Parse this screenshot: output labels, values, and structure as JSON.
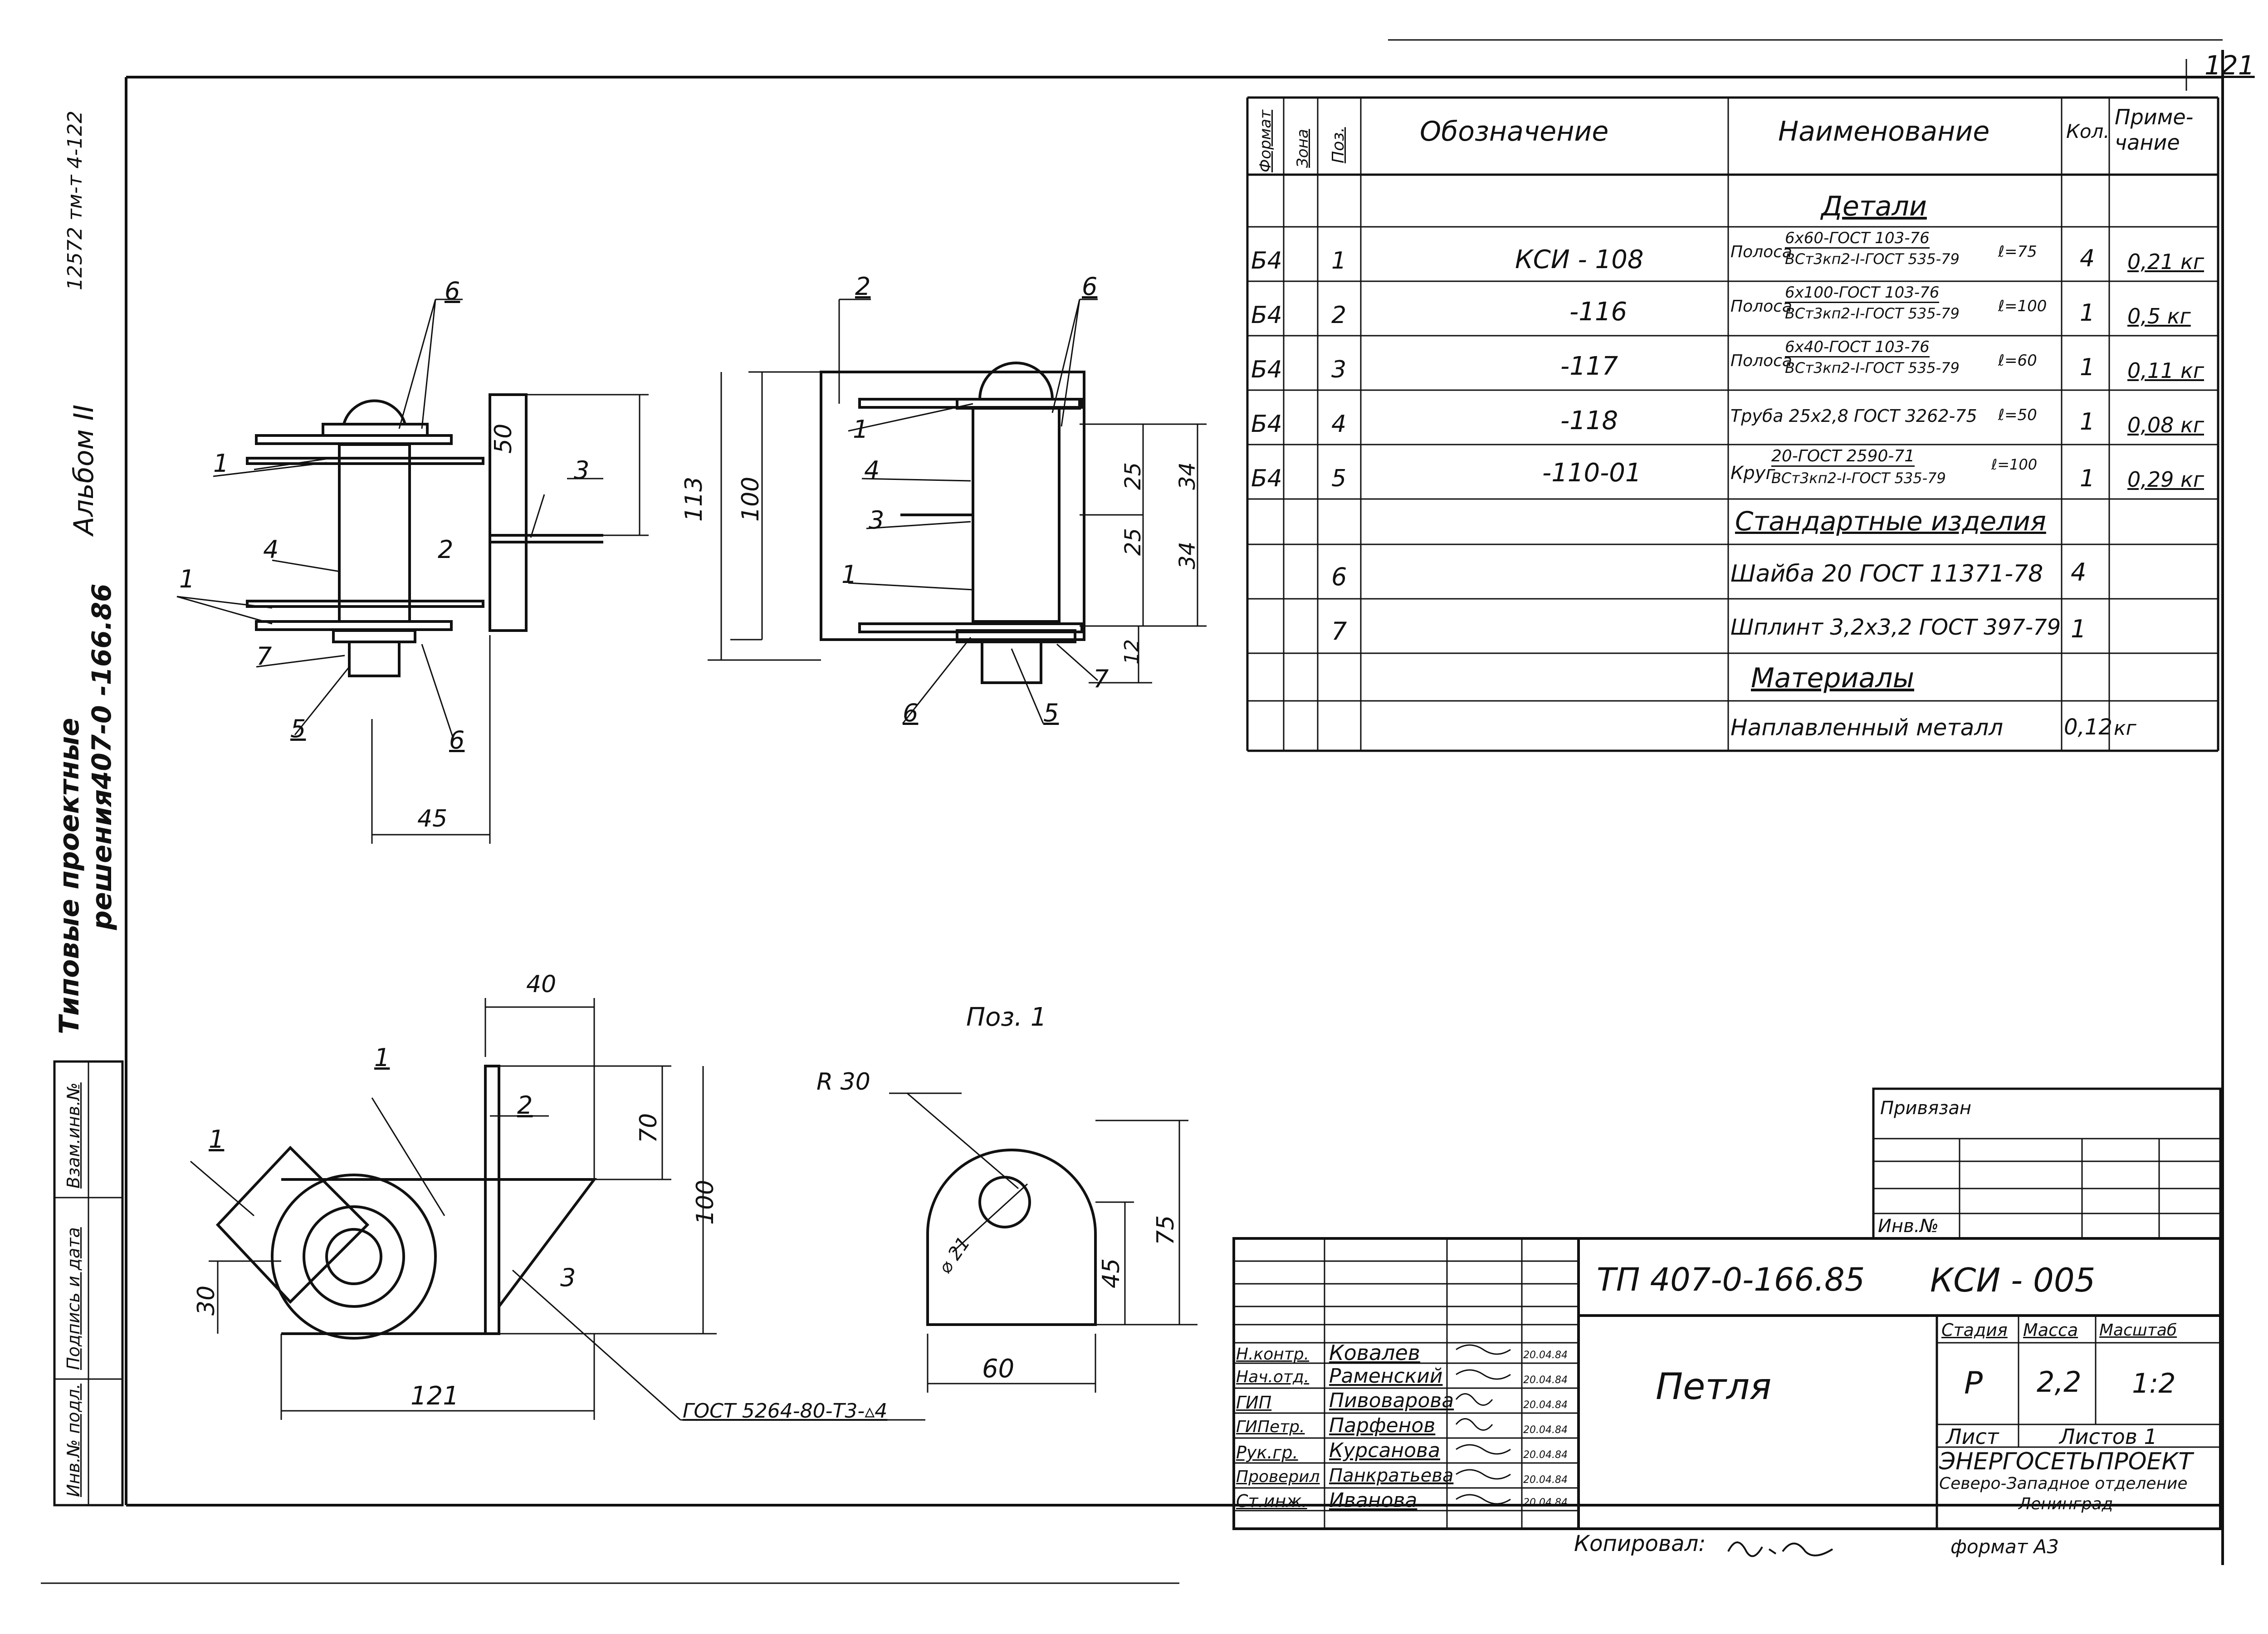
{
  "sheet_number": "121",
  "margin": {
    "series": "12572 тм-т 4-122",
    "album": "Альбом II",
    "project_line1": "Типовые проектные",
    "project_line2": "решения",
    "project_code": "407-0 -166.86",
    "stamp_cols": [
      "Инв.№ подл.",
      "Подпись и дата",
      "Взам.инв.№"
    ]
  },
  "spec": {
    "headers": {
      "format": "Формат",
      "zone": "Зона",
      "pos": "Поз.",
      "designation": "Обозначение",
      "name": "Наименование",
      "qty": "Кол.",
      "note": "Приме-чание"
    },
    "section_details": "Детали",
    "section_standard": "Стандартные изделия",
    "section_materials": "Материалы",
    "rows": [
      {
        "format": "Б4",
        "pos": "1",
        "designation": "КСИ - 108",
        "name_a": "Полоса",
        "name_top": "6х60-ГОСТ 103-76",
        "name_bottom": "ВСт3кп2-I-ГОСТ 535-79",
        "name_tail": "ℓ=75",
        "qty": "4",
        "note": "0,21 кг"
      },
      {
        "format": "Б4",
        "pos": "2",
        "designation": "-116",
        "name_a": "Полоса",
        "name_top": "6х100-ГОСТ 103-76",
        "name_bottom": "ВСт3кп2-I-ГОСТ 535-79",
        "name_tail": "ℓ=100",
        "qty": "1",
        "note": "0,5 кг"
      },
      {
        "format": "Б4",
        "pos": "3",
        "designation": "-117",
        "name_a": "Полоса",
        "name_top": "6х40-ГОСТ 103-76",
        "name_bottom": "ВСт3кп2-I-ГОСТ 535-79",
        "name_tail": "ℓ=60",
        "qty": "1",
        "note": "0,11 кг"
      },
      {
        "format": "Б4",
        "pos": "4",
        "designation": "-118",
        "name_a": "Труба 25х2,8 ГОСТ 3262-75",
        "name_top": "",
        "name_bottom": "",
        "name_tail": "ℓ=50",
        "qty": "1",
        "note": "0,08 кг"
      },
      {
        "format": "Б4",
        "pos": "5",
        "designation": "-110-01",
        "name_a": "Круг",
        "name_top": "20-ГОСТ 2590-71",
        "name_bottom": "ВСт3кп2-I-ГОСТ 535-79",
        "name_tail": "ℓ=100",
        "qty": "1",
        "note": "0,29 кг"
      }
    ],
    "standard_rows": [
      {
        "pos": "6",
        "name": "Шайба 20 ГОСТ 11371-78",
        "qty": "4"
      },
      {
        "pos": "7",
        "name": "Шплинт 3,2х3,2 ГОСТ 397-79",
        "qty": "1"
      }
    ],
    "material_row": {
      "name": "Наплавленный металл",
      "qty": "0,12",
      "note": "кг"
    }
  },
  "drawing": {
    "pos_caption": "Поз. 1",
    "weld_note": "ГОСТ 5264-80-Т3-▵4",
    "callouts": [
      "1",
      "2",
      "3",
      "4",
      "5",
      "6",
      "7"
    ],
    "dims_view1": {
      "d50": "50",
      "d45": "45"
    },
    "dims_view2": {
      "d113": "113",
      "d100": "100",
      "d25a": "25",
      "d25b": "25",
      "d34a": "34",
      "d34b": "34",
      "d12": "12"
    },
    "dims_view3": {
      "d40": "40",
      "d70": "70",
      "d100": "100",
      "d30": "30",
      "d121": "121"
    },
    "dims_view4": {
      "r30": "R 30",
      "dia21": "⌀ 21",
      "d45": "45",
      "d75": "75",
      "d60": "60"
    }
  },
  "binding": {
    "title": "Привязан",
    "inv": "Инв.№"
  },
  "title_block": {
    "doc_code": "ТП 407-0-166.85",
    "doc_id": "КСИ - 005",
    "title": "Петля",
    "stage_label": "Стадия",
    "mass_label": "Масса",
    "scale_label": "Масштаб",
    "stage": "Р",
    "mass": "2,2",
    "scale": "1:2",
    "sheet_label": "Лист",
    "sheets_label": "Листов 1",
    "org_name": "ЭНЕРГОСЕТЬПРОЕКТ",
    "org_branch": "Северо-Западное отделение",
    "org_city": "Ленинград",
    "people": [
      {
        "role": "Н.контр.",
        "name": "Ковалев",
        "date": "20.04.84"
      },
      {
        "role": "Нач.отд.",
        "name": "Раменский",
        "date": "20.04.84"
      },
      {
        "role": "ГИП",
        "name": "Пивоварова",
        "date": "20.04.84"
      },
      {
        "role": "ГИПетр.",
        "name": "Парфенов",
        "date": "20.04.84"
      },
      {
        "role": "Рук.гр.",
        "name": "Курсанова",
        "date": "20.04.84"
      },
      {
        "role": "Проверил",
        "name": "Панкратьева",
        "date": "20.04.84"
      },
      {
        "role": "Ст.инж.",
        "name": "Иванова",
        "date": "20.04.84"
      }
    ]
  },
  "footer": {
    "copied": "Копировал:",
    "format": "формат А3"
  }
}
